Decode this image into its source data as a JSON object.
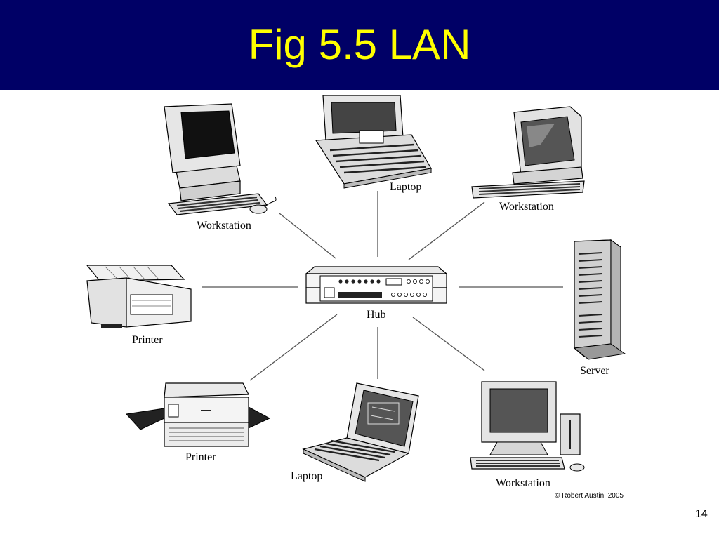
{
  "slide": {
    "title": "Fig 5.5 LAN",
    "page_number": "14",
    "copyright": "© Robert Austin, 2005"
  },
  "colors": {
    "banner": "#000066",
    "title": "#ffff00"
  },
  "labels": {
    "laptop_top": "Laptop",
    "workstation_top_left": "Workstation",
    "workstation_top_right": "Workstation",
    "printer_left": "Printer",
    "hub": "Hub",
    "server": "Server",
    "printer_bottom": "Printer",
    "laptop_bottom": "Laptop",
    "workstation_bottom_right": "Workstation"
  }
}
